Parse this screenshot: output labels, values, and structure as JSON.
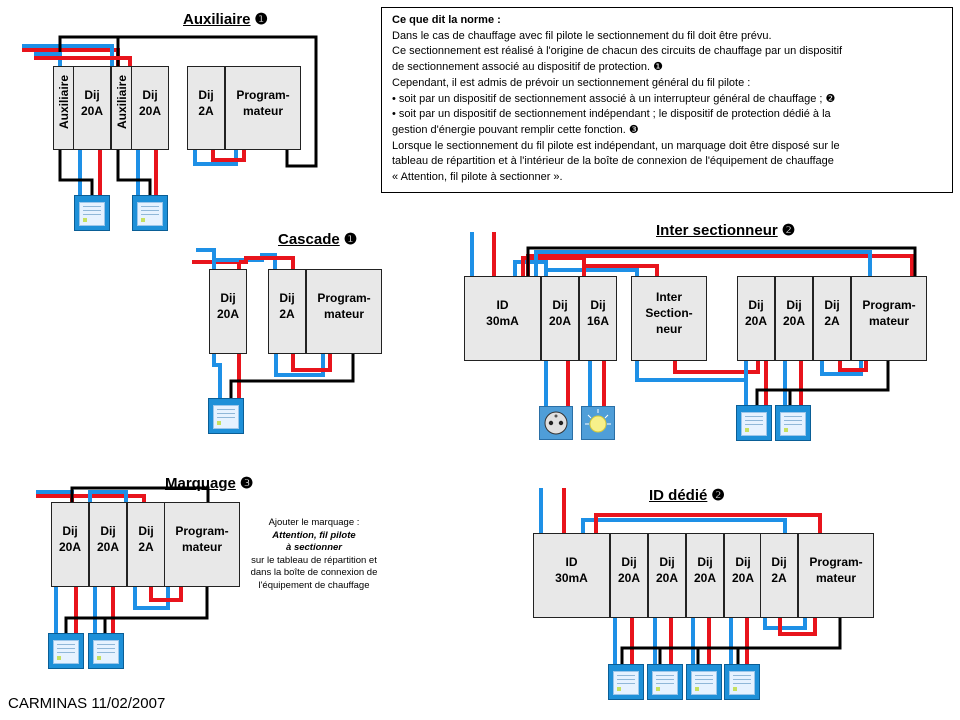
{
  "colors": {
    "phase": "#e8141c",
    "neutral": "#1e90e6",
    "pilot": "#000000",
    "box_fill": "#e8e8e8",
    "radiator": "#1e90d8"
  },
  "titles": {
    "auxiliaire": {
      "label": "Auxiliaire",
      "num": "❶"
    },
    "cascade": {
      "label": "Cascade",
      "num": "❶"
    },
    "inter": {
      "label": "Inter sectionneur",
      "num": "❷"
    },
    "marquage": {
      "label": "Marquage",
      "num": "❸"
    },
    "id_dedie": {
      "label": "ID dédié",
      "num": "❷"
    }
  },
  "norm": {
    "head": "Ce que dit la norme :",
    "lines": [
      "Dans le cas de chauffage avec fil pilote le sectionnement du fil doit être prévu.",
      "Ce sectionnement est réalisé à l'origine de chacun des circuits de chauffage par un dispositif",
      "de sectionnement associé au dispositif de protection. ❶",
      "Cependant, il est admis de prévoir un sectionnement général du fil pilote :",
      "• soit par un dispositif de sectionnement associé à un interrupteur général de chauffage ; ❷",
      "• soit par un dispositif de sectionnement indépendant ; le dispositif de protection dédié à la",
      "gestion d'énergie pouvant remplir cette fonction. ❸",
      "Lorsque le sectionnement du fil pilote est indépendant, un marquage doit être disposé sur le",
      "tableau de répartition et à l'intérieur de la boîte de connexion de l'équipement de chauffage",
      "« Attention, fil pilote à sectionner »."
    ]
  },
  "boxes": {
    "aux1": "Auxiliaire",
    "aux_dij1": "Dij\n20A",
    "aux2": "Auxiliaire",
    "aux_dij2": "Dij\n20A",
    "aux_dij3": "Dij\n2A",
    "aux_prog": "Program-\nmateur",
    "cas_dij1": "Dij\n20A",
    "cas_dij2": "Dij\n2A",
    "cas_prog": "Program-\nmateur",
    "int_id": "ID\n30mA",
    "int_dij1": "Dij\n20A",
    "int_dij2": "Dij\n16A",
    "int_sect": "Inter\nSection-\nneur",
    "int_dij3": "Dij\n20A",
    "int_dij4": "Dij\n20A",
    "int_dij5": "Dij\n2A",
    "int_prog": "Program-\nmateur",
    "mar_dij1": "Dij\n20A",
    "mar_dij2": "Dij\n20A",
    "mar_dij3": "Dij\n2A",
    "mar_prog": "Program-\nmateur",
    "idd_id": "ID\n30mA",
    "idd_dij1": "Dij\n20A",
    "idd_dij2": "Dij\n20A",
    "idd_dij3": "Dij\n20A",
    "idd_dij4": "Dij\n20A",
    "idd_dij5": "Dij\n2A",
    "idd_prog": "Program-\nmateur"
  },
  "note": {
    "line1": "Ajouter le marquage :",
    "em1": "Attention, fil pilote",
    "em2": "à sectionner",
    "line2": "sur le tableau de répartition et",
    "line3": "dans la boîte de connexion de",
    "line4": "l'équipement de chauffage"
  },
  "signature": "CARMINAS 11/02/2007"
}
